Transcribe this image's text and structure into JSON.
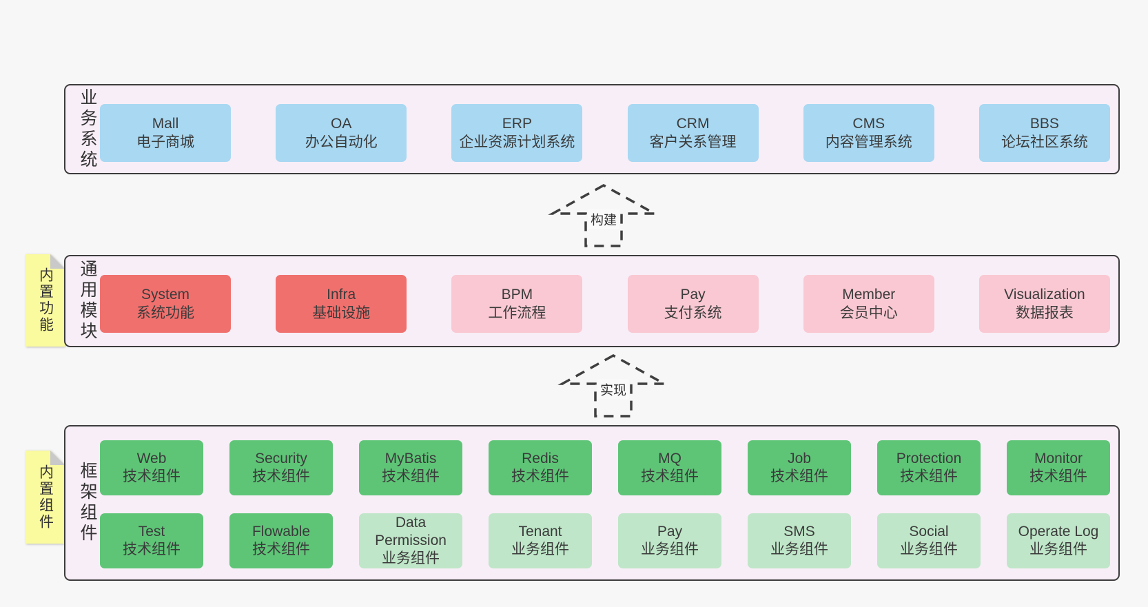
{
  "colors": {
    "bg": "#f7f7f7",
    "panelBg": "#f8eef7",
    "border": "#3c3c3c",
    "blue": "#a8d8f2",
    "red": "#f0706e",
    "pink": "#f9c8d2",
    "green": "#5ec577",
    "lightGreen": "#bfe6c8",
    "sticky": "#fafa9e",
    "fold": "#c9c9c9",
    "text": "#3b3b3b",
    "arrow": "#3f3f3f",
    "labelBg": "#fafafa"
  },
  "layers": {
    "business": {
      "label": "业务系统",
      "boxes": [
        {
          "name": "Mall",
          "desc": "电子商城"
        },
        {
          "name": "OA",
          "desc": "办公自动化"
        },
        {
          "name": "ERP",
          "desc": "企业资源计划系统"
        },
        {
          "name": "CRM",
          "desc": "客户关系管理"
        },
        {
          "name": "CMS",
          "desc": "内容管理系统"
        },
        {
          "name": "BBS",
          "desc": "论坛社区系统"
        }
      ]
    },
    "common": {
      "label": "通用模块",
      "sticky": "内置功能",
      "boxes": [
        {
          "name": "System",
          "desc": "系统功能"
        },
        {
          "name": "Infra",
          "desc": "基础设施"
        },
        {
          "name": "BPM",
          "desc": "工作流程"
        },
        {
          "name": "Pay",
          "desc": "支付系统"
        },
        {
          "name": "Member",
          "desc": "会员中心"
        },
        {
          "name": "Visualization",
          "desc": "数据报表"
        }
      ]
    },
    "framework": {
      "label": "框架组件",
      "sticky": "内置组件",
      "row1": [
        {
          "name": "Web",
          "desc": "技术组件"
        },
        {
          "name": "Security",
          "desc": "技术组件"
        },
        {
          "name": "MyBatis",
          "desc": "技术组件"
        },
        {
          "name": "Redis",
          "desc": "技术组件"
        },
        {
          "name": "MQ",
          "desc": "技术组件"
        },
        {
          "name": "Job",
          "desc": "技术组件"
        },
        {
          "name": "Protection",
          "desc": "技术组件"
        },
        {
          "name": "Monitor",
          "desc": "技术组件"
        }
      ],
      "row2": [
        {
          "name": "Test",
          "desc": "技术组件"
        },
        {
          "name": "Flowable",
          "desc": "技术组件"
        },
        {
          "name": "Data Permission",
          "desc": "业务组件"
        },
        {
          "name": "Tenant",
          "desc": "业务组件"
        },
        {
          "name": "Pay",
          "desc": "业务组件"
        },
        {
          "name": "SMS",
          "desc": "业务组件"
        },
        {
          "name": "Social",
          "desc": "业务组件"
        },
        {
          "name": "Operate Log",
          "desc": "业务组件"
        }
      ]
    }
  },
  "arrows": {
    "build": {
      "label": "构建"
    },
    "implement": {
      "label": "实现"
    }
  }
}
